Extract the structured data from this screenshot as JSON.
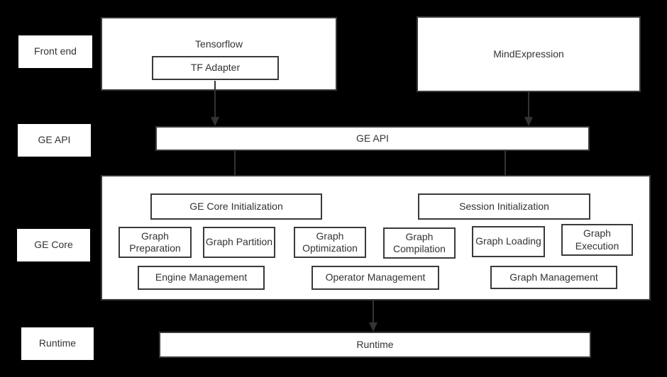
{
  "colors": {
    "background": "#000000",
    "box_fill": "#ffffff",
    "box_border": "#3a3a3a",
    "text": "#333333",
    "arrow": "#333333"
  },
  "row_labels": [
    {
      "label": "Front end"
    },
    {
      "label": "GE API"
    },
    {
      "label": "GE Core"
    },
    {
      "label": "Runtime"
    }
  ],
  "front_end": {
    "tensorflow_label": "Tensorflow",
    "tf_adapter_label": "TF Adapter",
    "mind_expression_label": "MindExpression"
  },
  "ge_api": {
    "label": "GE API"
  },
  "ge_core": {
    "initialization_boxes": [
      {
        "label": "GE Core Initialization"
      },
      {
        "label": "Session Initialization"
      }
    ],
    "stage_boxes": [
      {
        "label": "Graph Preparation"
      },
      {
        "label": "Graph Partition"
      },
      {
        "label": "Graph Optimization"
      },
      {
        "label": "Graph Compilation"
      },
      {
        "label": "Graph Loading"
      },
      {
        "label": "Graph Execution"
      }
    ],
    "management_boxes": [
      {
        "label": "Engine Management"
      },
      {
        "label": "Operator Management"
      },
      {
        "label": "Graph Management"
      }
    ]
  },
  "runtime": {
    "label": "Runtime"
  },
  "arrows": [
    {
      "from": "TF Adapter",
      "to": "GE API"
    },
    {
      "from": "MindExpression",
      "to": "GE API"
    },
    {
      "from": "GE API",
      "to": "GE Core Initialization"
    },
    {
      "from": "GE API",
      "to": "Session Initialization"
    },
    {
      "from": "GE Core",
      "to": "Runtime"
    }
  ]
}
